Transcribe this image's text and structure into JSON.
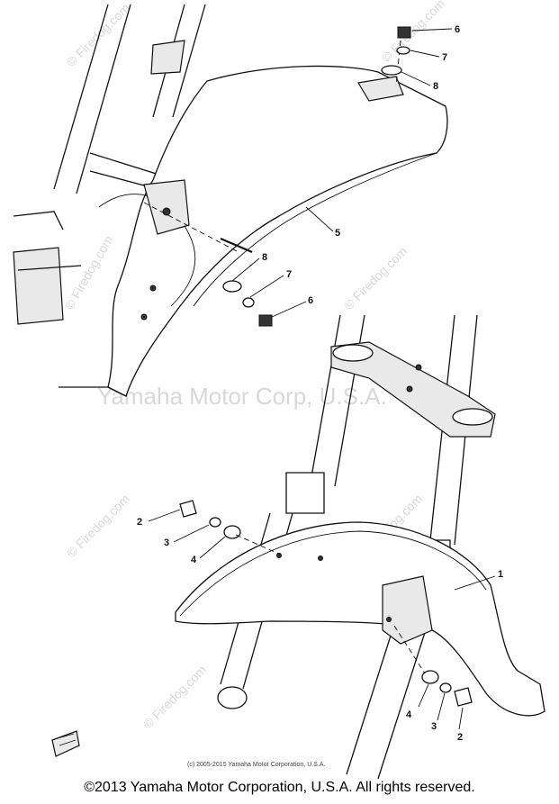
{
  "watermarks": {
    "main": "Yamaha Motor Corp, U.S.A.",
    "site": "© Firedog.com"
  },
  "callouts": {
    "upper_6a": "6",
    "upper_7a": "7",
    "upper_8a": "8",
    "upper_5": "5",
    "upper_8b": "8",
    "upper_7b": "7",
    "upper_6b": "6",
    "lower_2a": "2",
    "lower_3a": "3",
    "lower_4a": "4",
    "lower_1": "1",
    "lower_4b": "4",
    "lower_3b": "3",
    "lower_2b": "2"
  },
  "copyright": {
    "small": "(c) 2005-2015 Yamaha Motor Corporation, U.S.A.",
    "main": "©2013 Yamaha Motor Corporation, U.S.A. All rights reserved."
  }
}
